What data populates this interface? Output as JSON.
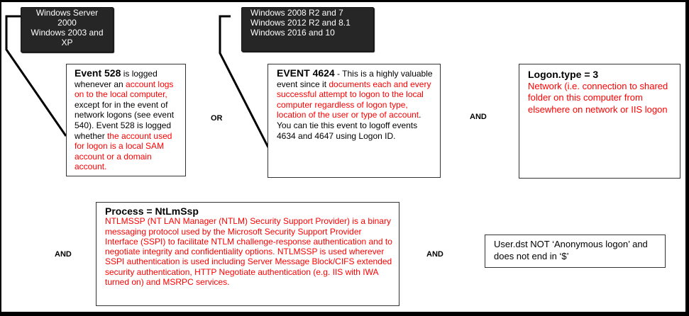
{
  "legacy_os_label": [
    "Windows Server",
    "2000",
    "Windows 2003 and",
    "XP"
  ],
  "modern_os_label": [
    "Windows 2008 R2 and 7",
    "Windows 2012 R2 and 8.1",
    "Windows 2016 and 10"
  ],
  "event528": {
    "title": "Event 528",
    "t1": " is logged whenever an ",
    "r1": "account logs on to the local computer,",
    "t2": " except for in the event of network logons (see event 540). Event 528 is logged whether ",
    "r2": "the account used for logon is a local SAM account or a domain account."
  },
  "event4624": {
    "title": "EVENT  4624",
    "t1": "  - This is a highly valuable event since it ",
    "r1": "documents each and every  successful attempt to logon to the local computer regardless of logon type,  location of the user or type  of account",
    "t2": ".  You  can tie this event to logoff events 4634 and 4647 using Logon ID."
  },
  "logon_type": {
    "title": "Logon.type  = 3",
    "desc": "Network (i.e. connection to shared folder on this computer from elsewhere on network or IIS logon"
  },
  "process": {
    "title": "Process = NtLmSsp",
    "desc": "NTLMSSP (NT LAN Manager (NTLM) Security Support Provider) is a binary messaging protocol used by the Microsoft Security Support Provider Interface (SSPI) to facilitate NTLM challenge-response authentication and to negotiate integrity and confidentiality options. NTLMSSP is used wherever SSPI authentication is used including Server Message Block/CIFS extended security authentication, HTTP Negotiate authentication (e.g. IIS with IWA turned on) and MSRPC services."
  },
  "user_dst": {
    "text": "User.dst NOT ‘Anonymous logon’ and does not end in ‘$’"
  },
  "operators": {
    "or": "OR",
    "and1": "AND",
    "and2": "AND",
    "and3": "AND"
  }
}
